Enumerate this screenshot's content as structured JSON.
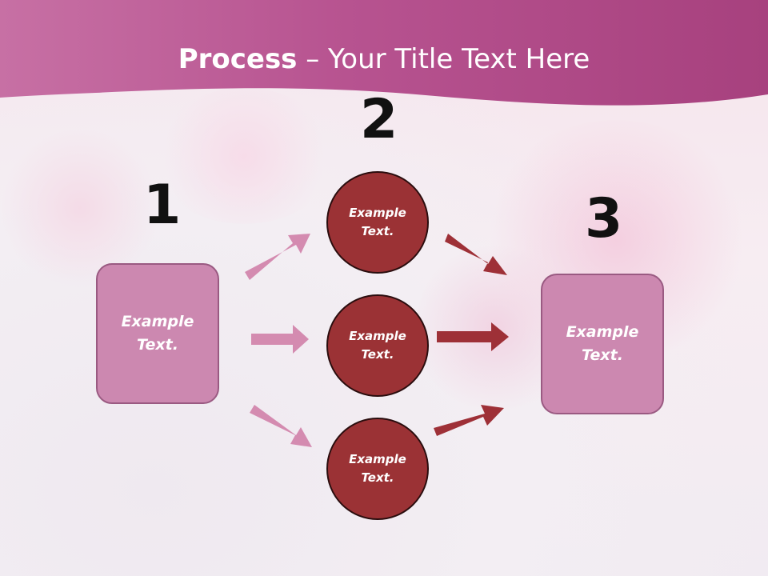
{
  "title": {
    "bold": "Process",
    "rest": " – Your Title Text Here"
  },
  "steps": {
    "one": {
      "number": "1",
      "label": "Example Text."
    },
    "two": {
      "number": "2",
      "labels": [
        "Example Text.",
        "Example Text.",
        "Example Text."
      ]
    },
    "three": {
      "number": "3",
      "label": "Example Text."
    }
  },
  "colors": {
    "title_band": "#b04e8a",
    "box_fill": "#cc88b0",
    "circle_fill": "#9b3235",
    "pink_arrow": "#d48bb0",
    "red_arrow": "#9e3037"
  }
}
